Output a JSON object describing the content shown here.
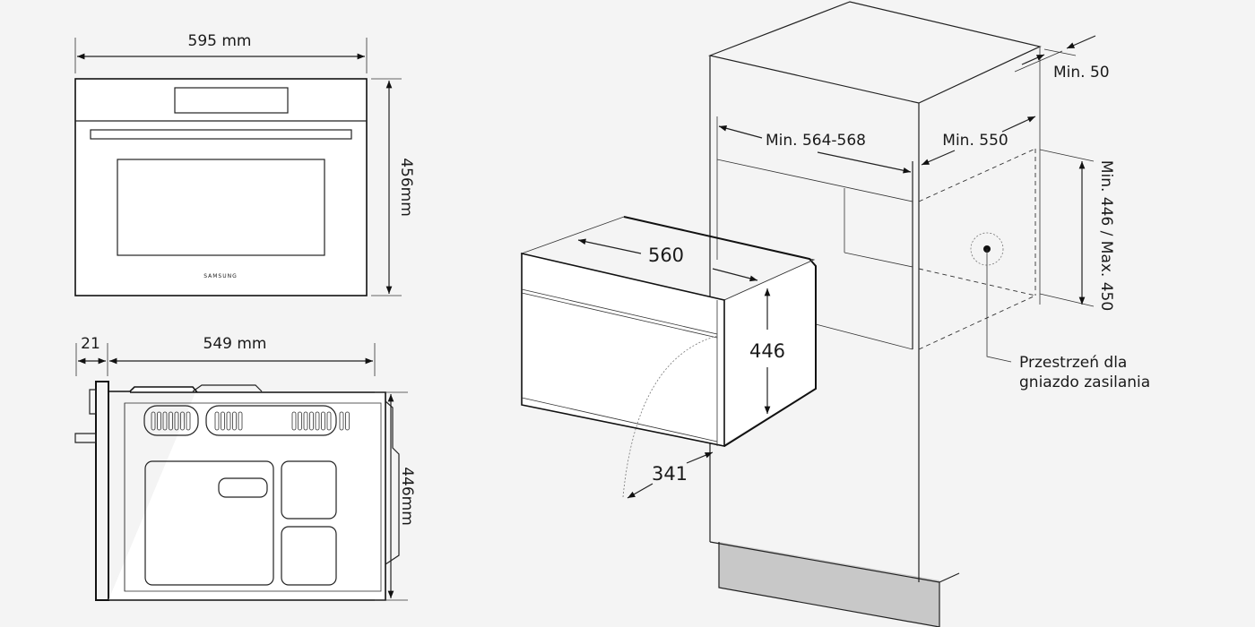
{
  "front_view": {
    "width_label": "595 mm",
    "height_label": "456mm",
    "brand_logo": "SAMSUNG"
  },
  "side_view": {
    "door_depth_label": "21",
    "depth_label": "549 mm",
    "height_label": "446mm"
  },
  "installation_view": {
    "oven_depth_label": "560",
    "oven_height_label": "446",
    "door_open_label": "341",
    "niche_width_label": "Min. 564-568",
    "niche_depth_label": "Min. 550",
    "rear_gap_label": "Min. 50",
    "niche_height_label": "Min. 446 / Max. 450",
    "socket_note_line1": "Przestrzeń dla",
    "socket_note_line2": "gniazdo zasilania"
  },
  "colors": {
    "background": "#f4f4f4",
    "line": "#111111",
    "plinth": "#c8c8c8"
  }
}
